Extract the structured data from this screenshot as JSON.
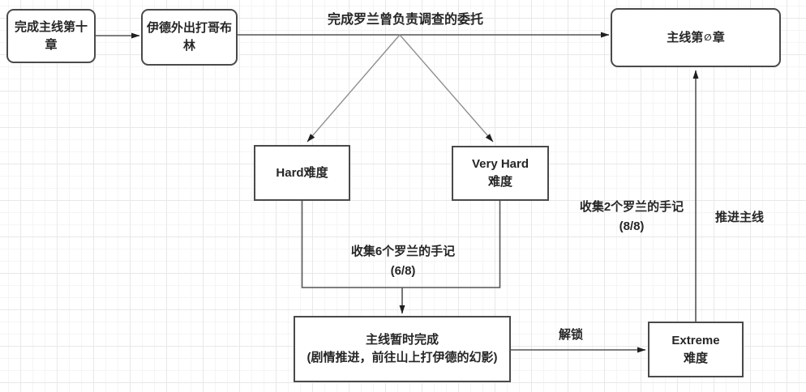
{
  "diagram": {
    "nodes": {
      "start": {
        "line1": "完成主线第十",
        "line2": "章"
      },
      "goblin": {
        "line1": "伊德外出打哥布",
        "line2": "林"
      },
      "chapter0": {
        "prefix": "主线第",
        "symbol": "∅",
        "suffix": "章"
      },
      "hard": {
        "line1": "Hard难度"
      },
      "very_hard": {
        "line1": "Very Hard",
        "line2": "难度"
      },
      "main_done": {
        "line1": "主线暂时完成",
        "line2": "(剧情推进，前往山上打伊德的幻影)"
      },
      "extreme": {
        "line1": "Extreme",
        "line2": "难度"
      }
    },
    "edge_labels": {
      "quest": "完成罗兰曾负责调查的委托",
      "collect6": {
        "line1": "收集6个罗兰的手记",
        "line2": "(6/8)"
      },
      "collect2": {
        "line1": "收集2个罗兰的手记",
        "line2": "(8/8)"
      },
      "advance": "推进主线",
      "unlock": "解锁"
    },
    "colors": {
      "node_border": "#4a4a4a",
      "edge": "#555555",
      "edge_diagonal": "#8f8f8f",
      "arrowhead": "#1f1f1f",
      "text": "#262626",
      "grid_major": "#e8e8e8",
      "grid_minor": "#f5f5f5"
    }
  }
}
